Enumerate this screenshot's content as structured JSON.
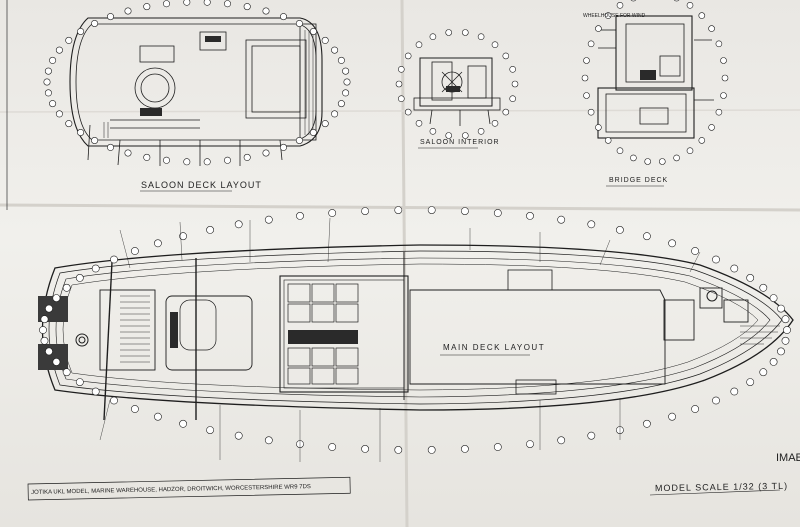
{
  "labels": {
    "saloon_deck_layout": "SALOON DECK LAYOUT",
    "saloon_interior": "SALOON INTERIOR",
    "bridge_deck": "BRIDGE DECK",
    "main_deck_layout": "MAIN DECK LAYOUT",
    "wheelhouse_note": "WHEELHOUSE FOR WIND",
    "model_scale": "MODEL SCALE 1/32 (3 TL)",
    "image_tag": "IMAE",
    "footer": "JOTIKA UKL MODEL, MARINE WAREHOUSE, HADZOR, DROITWICH, WORCESTERSHIRE WR9 7DS"
  },
  "colors": {
    "paper": "#efeeea",
    "ink": "#1e1e1e",
    "fold": "#d8d6d1",
    "table_dark": "#2a2a2a"
  }
}
